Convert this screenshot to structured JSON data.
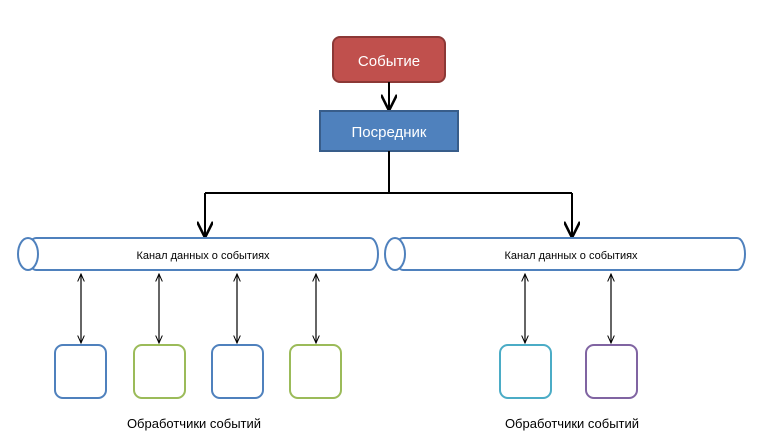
{
  "event_box": {
    "label": "Событие",
    "fill": "#c0504d",
    "stroke": "#8c3836"
  },
  "mediator_box": {
    "label": "Посредник",
    "fill": "#4f81bd",
    "stroke": "#385d8a"
  },
  "channels": [
    {
      "label": "Канал данных о событиях"
    },
    {
      "label": "Канал данных о событиях"
    }
  ],
  "channel_stroke": "#4f81bd",
  "handler_groups": [
    {
      "caption": "Обработчики событий",
      "handler_colors": [
        "#4f81bd",
        "#9bbb59",
        "#4f81bd",
        "#9bbb59"
      ]
    },
    {
      "caption": "Обработчики событий",
      "handler_colors": [
        "#4bacc6",
        "#8064a2"
      ]
    }
  ]
}
